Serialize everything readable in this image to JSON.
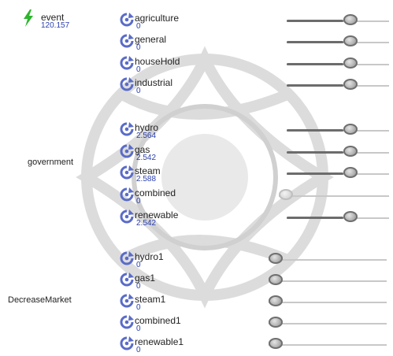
{
  "event": {
    "label": "event",
    "value": "120.157",
    "icon": "lightning-bolt-icon",
    "color": "#2db52d"
  },
  "groups": {
    "government": "government",
    "decrease_market": "DecreaseMarket"
  },
  "sectors": [
    {
      "key": "agriculture",
      "label": "agriculture",
      "value": "0",
      "level": 0.55
    },
    {
      "key": "general",
      "label": "general",
      "value": "0",
      "level": 0.55
    },
    {
      "key": "household",
      "label": "houseHold",
      "value": "0",
      "level": 0.55
    },
    {
      "key": "industrial",
      "label": "industrial",
      "value": "0",
      "level": 0.55
    }
  ],
  "government_items": [
    {
      "key": "hydro",
      "label": "hydro",
      "value": "2.564",
      "level": 0.55
    },
    {
      "key": "gas",
      "label": "gas",
      "value": "2.542",
      "level": 0.55
    },
    {
      "key": "steam",
      "label": "steam",
      "value": "2.588",
      "level": 0.55
    },
    {
      "key": "combined",
      "label": "combined",
      "value": "0",
      "level": 0.0
    },
    {
      "key": "renewable",
      "label": "renewable",
      "value": "2.542",
      "level": 0.55
    }
  ],
  "decrease_market_items": [
    {
      "key": "hydro1",
      "label": "hydro1",
      "value": "0",
      "level": 0.0
    },
    {
      "key": "gas1",
      "label": "gas1",
      "value": "0",
      "level": 0.0
    },
    {
      "key": "steam1",
      "label": "steam1",
      "value": "0",
      "level": 0.0
    },
    {
      "key": "combined1",
      "label": "combined1",
      "value": "0",
      "level": 0.0
    },
    {
      "key": "renewable1",
      "label": "renewable1",
      "value": "0",
      "level": 0.0
    }
  ],
  "colors": {
    "value_text": "#2a3fb0",
    "node_icon": "#5a6cc8",
    "track": "#c8c8c8",
    "fill": "#6c6c6c"
  }
}
